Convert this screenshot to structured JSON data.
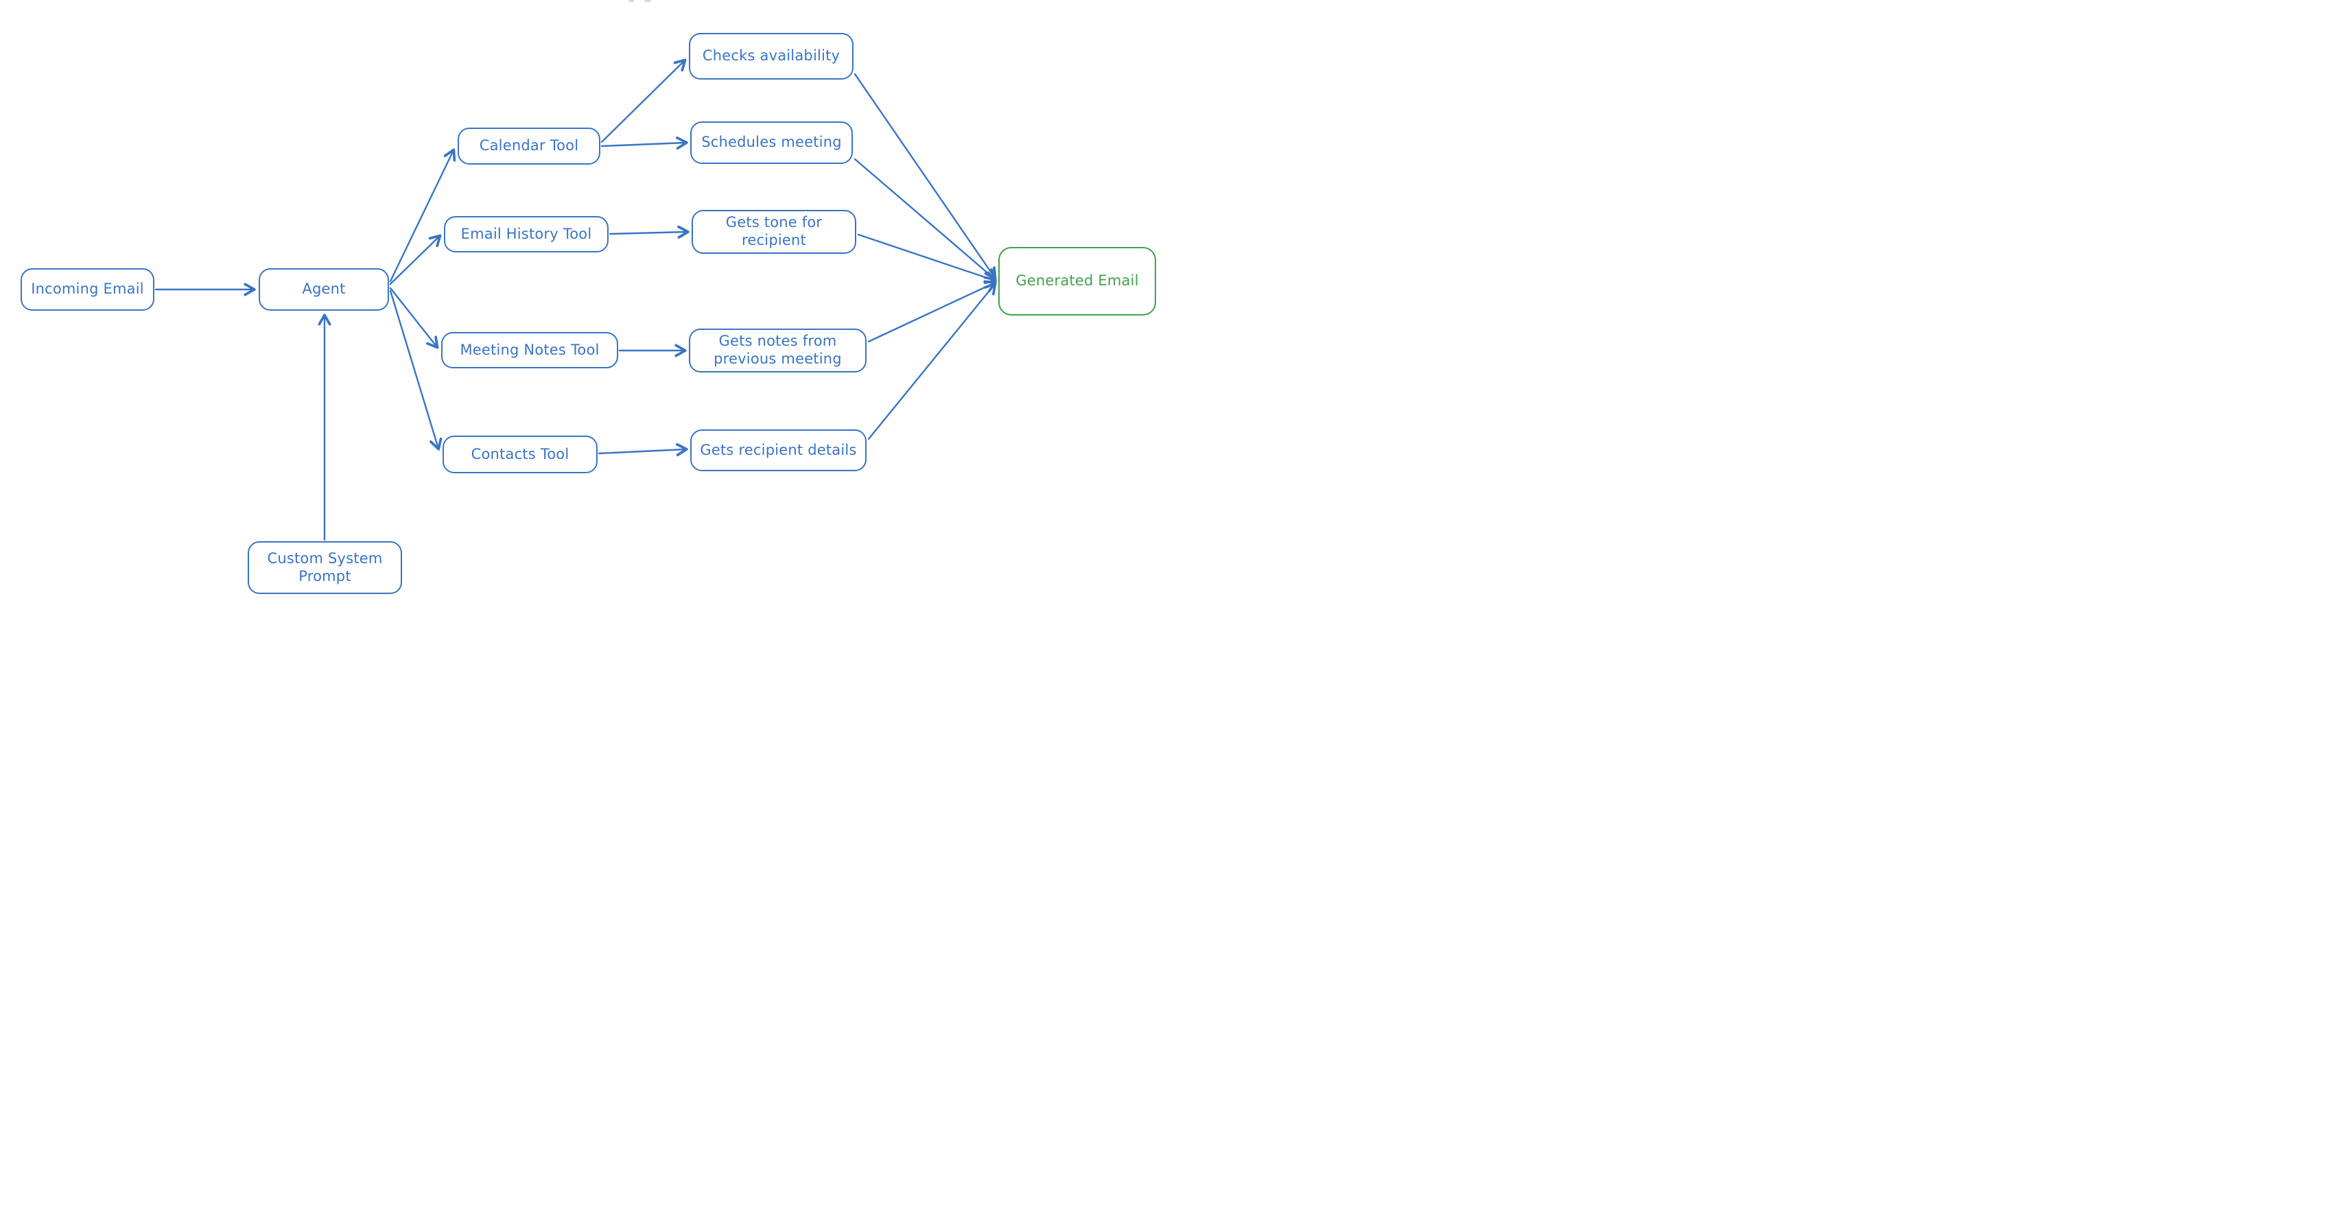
{
  "diagram": {
    "type": "flowchart",
    "style": "hand-drawn",
    "colors": {
      "primary_stroke": "#3a74c4",
      "output_stroke": "#43a04c",
      "background": "#ffffff"
    },
    "nodes": {
      "incoming_email": {
        "label": "Incoming Email"
      },
      "agent": {
        "label": "Agent"
      },
      "custom_system_prompt": {
        "label": "Custom System Prompt"
      },
      "calendar_tool": {
        "label": "Calendar Tool"
      },
      "email_history_tool": {
        "label": "Email History Tool"
      },
      "meeting_notes_tool": {
        "label": "Meeting Notes Tool"
      },
      "contacts_tool": {
        "label": "Contacts Tool"
      },
      "checks_availability": {
        "label": "Checks availability"
      },
      "schedules_meeting": {
        "label": "Schedules meeting"
      },
      "gets_tone_for_recipient": {
        "label": "Gets tone for recipient"
      },
      "gets_notes_from_previous_meeting": {
        "label": "Gets notes from previous meeting"
      },
      "gets_recipient_details": {
        "label": "Gets recipient details"
      },
      "generated_email": {
        "label": "Generated Email"
      }
    },
    "edges": [
      {
        "from": "incoming_email",
        "to": "agent"
      },
      {
        "from": "custom_system_prompt",
        "to": "agent"
      },
      {
        "from": "agent",
        "to": "calendar_tool"
      },
      {
        "from": "agent",
        "to": "email_history_tool"
      },
      {
        "from": "agent",
        "to": "meeting_notes_tool"
      },
      {
        "from": "agent",
        "to": "contacts_tool"
      },
      {
        "from": "calendar_tool",
        "to": "checks_availability"
      },
      {
        "from": "calendar_tool",
        "to": "schedules_meeting"
      },
      {
        "from": "email_history_tool",
        "to": "gets_tone_for_recipient"
      },
      {
        "from": "meeting_notes_tool",
        "to": "gets_notes_from_previous_meeting"
      },
      {
        "from": "contacts_tool",
        "to": "gets_recipient_details"
      },
      {
        "from": "checks_availability",
        "to": "generated_email"
      },
      {
        "from": "schedules_meeting",
        "to": "generated_email"
      },
      {
        "from": "gets_tone_for_recipient",
        "to": "generated_email"
      },
      {
        "from": "gets_notes_from_previous_meeting",
        "to": "generated_email"
      },
      {
        "from": "gets_recipient_details",
        "to": "generated_email"
      }
    ]
  }
}
